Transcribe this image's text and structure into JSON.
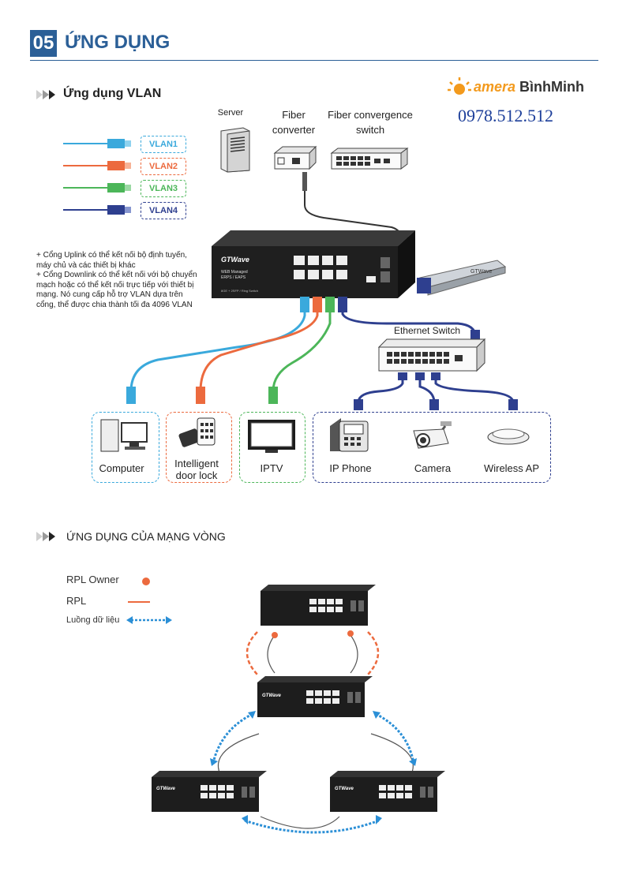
{
  "section": {
    "number": "05",
    "title": "ỨNG DỤNG"
  },
  "brand": {
    "name_prefix": "amera",
    "name_suffix": " BìnhMinh",
    "phone": "0978.512.512"
  },
  "vlan_section": {
    "title": "Ứng dụng VLAN",
    "top_devices": {
      "server": "Server",
      "fiber_converter": "Fiber converter",
      "fiber_switch": "Fiber convergence switch"
    },
    "vlans": [
      {
        "label": "VLAN1",
        "color": "#3aa9dc"
      },
      {
        "label": "VLAN2",
        "color": "#ec6a3e"
      },
      {
        "label": "VLAN3",
        "color": "#4cb659"
      },
      {
        "label": "VLAN4",
        "color": "#2e3f8f"
      }
    ],
    "notes": [
      "+ Cổng Uplink có thể kết nối bộ định tuyến, máy chủ và các thiết bị khác",
      "+ Cổng Downlink có thể kết nối với bộ chuyển mạch hoặc có thể kết nối trực tiếp với thiết bị mạng. Nó cung cấp hỗ trợ VLAN dựa trên cổng, thể được chia thành tối đa 4096 VLAN"
    ],
    "switch": {
      "brand": "GTWave",
      "model_line1": "WEB Managed",
      "model_line2": "ERPS / EAPS",
      "bottom": "8GE + 2SFP / Ring Switch"
    },
    "ethernet_switch": "Ethernet Switch",
    "endpoints": {
      "computer": "Computer",
      "door_lock_1": "Intelligent",
      "door_lock_2": "door lock",
      "iptv": "IPTV",
      "ip_phone": "IP Phone",
      "camera": "Camera",
      "wireless_ap": "Wireless AP"
    }
  },
  "ring_section": {
    "title": "ỨNG DỤNG CỦA MẠNG VÒNG",
    "legend": {
      "rpl_owner": "RPL Owner",
      "rpl": "RPL",
      "data_flow": "Luồng dữ liệu"
    },
    "colors": {
      "rpl": "#ec6a3e",
      "data": "#2b8fd6"
    }
  }
}
